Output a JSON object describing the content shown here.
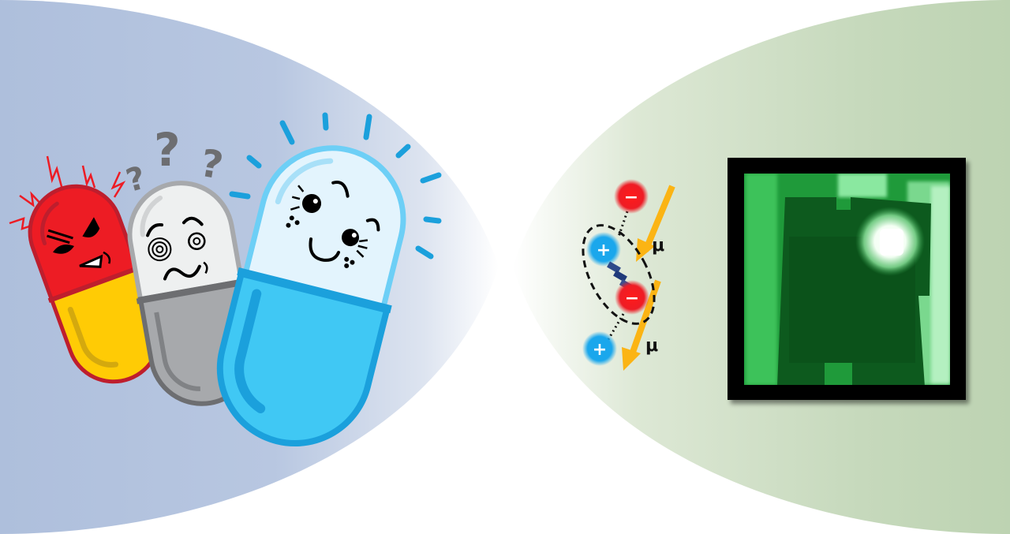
{
  "figure": {
    "left_panel": {
      "description": "Three cartoon capsule characters",
      "background_gradient": [
        "#aebfdc",
        "#b3c3df",
        "#ffffff"
      ],
      "characters": [
        {
          "name": "angry-capsule",
          "top_color": "#ed1c24",
          "bottom_color": "#ffcb05",
          "outline": "#be1e2d",
          "emotion": "angry"
        },
        {
          "name": "confused-capsule",
          "top_color": "#eef0f0",
          "bottom_color": "#a7a9ac",
          "outline": "#808285",
          "emotion": "confused"
        },
        {
          "name": "happy-capsule",
          "top_color": "#e3f4fd",
          "bottom_color": "#40c8f4",
          "outline": "#1ba0dc",
          "emotion": "happy"
        }
      ],
      "question_marks": [
        "?",
        "?",
        "?"
      ]
    },
    "right_panel": {
      "description": "Ion-pair dipole schematic and fluorescence micrograph",
      "background_gradient": [
        "#ffffff",
        "#d5e3cb",
        "#bfd5b4"
      ],
      "dipole_diagram": {
        "ions": [
          {
            "charge": "−",
            "color": "#ee1c25"
          },
          {
            "charge": "+",
            "color": "#1aa7ec"
          },
          {
            "charge": "−",
            "color": "#ee1c25"
          },
          {
            "charge": "+",
            "color": "#1aa7ec"
          }
        ],
        "arrow_color": "#fbb414",
        "arrow_labels": [
          "μ",
          "μ"
        ]
      },
      "micrograph": {
        "frame_color": "#000000",
        "glow_color": "#1f9a3a"
      }
    }
  }
}
